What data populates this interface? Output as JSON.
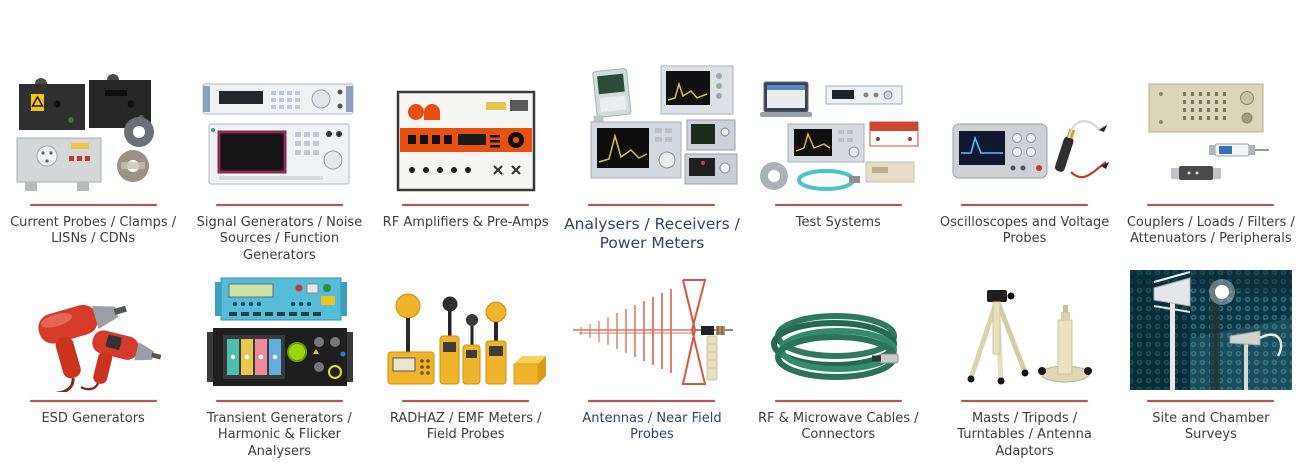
{
  "style": {
    "background": "#ffffff",
    "underline_color": "#b05757",
    "label_color": "#3d3d3d",
    "highlight_color": "#2d4373"
  },
  "rows": [
    {
      "items": [
        {
          "label": "Current Probes / Clamps / LISNs / CDNs",
          "image": "current-probes-clamps-lisns-cdns-photo",
          "highlighted": false
        },
        {
          "label": "Signal Generators / Noise Sources / Function Generators",
          "image": "signal-generators-photo",
          "highlighted": false
        },
        {
          "label": "RF Amplifiers & Pre-Amps",
          "image": "rf-amplifier-photo",
          "highlighted": false
        },
        {
          "label": "Analysers / Receivers / Power Meters",
          "image": "analysers-receivers-power-meters-photo",
          "highlighted": true
        },
        {
          "label": "Test Systems",
          "image": "test-systems-photo",
          "highlighted": false
        },
        {
          "label": "Oscilloscopes and Voltage Probes",
          "image": "oscilloscope-voltage-probes-photo",
          "highlighted": false
        },
        {
          "label": "Couplers / Loads / Filters / Attenuators / Peripherals",
          "image": "couplers-loads-filters-photo",
          "highlighted": false
        }
      ]
    },
    {
      "items": [
        {
          "label": "ESD Generators",
          "image": "esd-generators-photo",
          "highlighted": false
        },
        {
          "label": "Transient Generators / Harmonic & Flicker Analysers",
          "image": "transient-generators-photo",
          "highlighted": false
        },
        {
          "label": "RADHAZ / EMF Meters / Field Probes",
          "image": "radhaz-emf-meters-photo",
          "highlighted": false
        },
        {
          "label": "Antennas / Near Field Probes",
          "image": "antennas-near-field-probes-photo",
          "highlighted": true
        },
        {
          "label": "RF & Microwave Cables / Connectors",
          "image": "rf-microwave-cables-photo",
          "highlighted": false
        },
        {
          "label": "Masts / Tripods / Turntables / Antenna Adaptors",
          "image": "masts-tripods-turntables-photo",
          "highlighted": false
        },
        {
          "label": "Site and Chamber Surveys",
          "image": "site-chamber-surveys-photo",
          "highlighted": false
        }
      ]
    }
  ]
}
